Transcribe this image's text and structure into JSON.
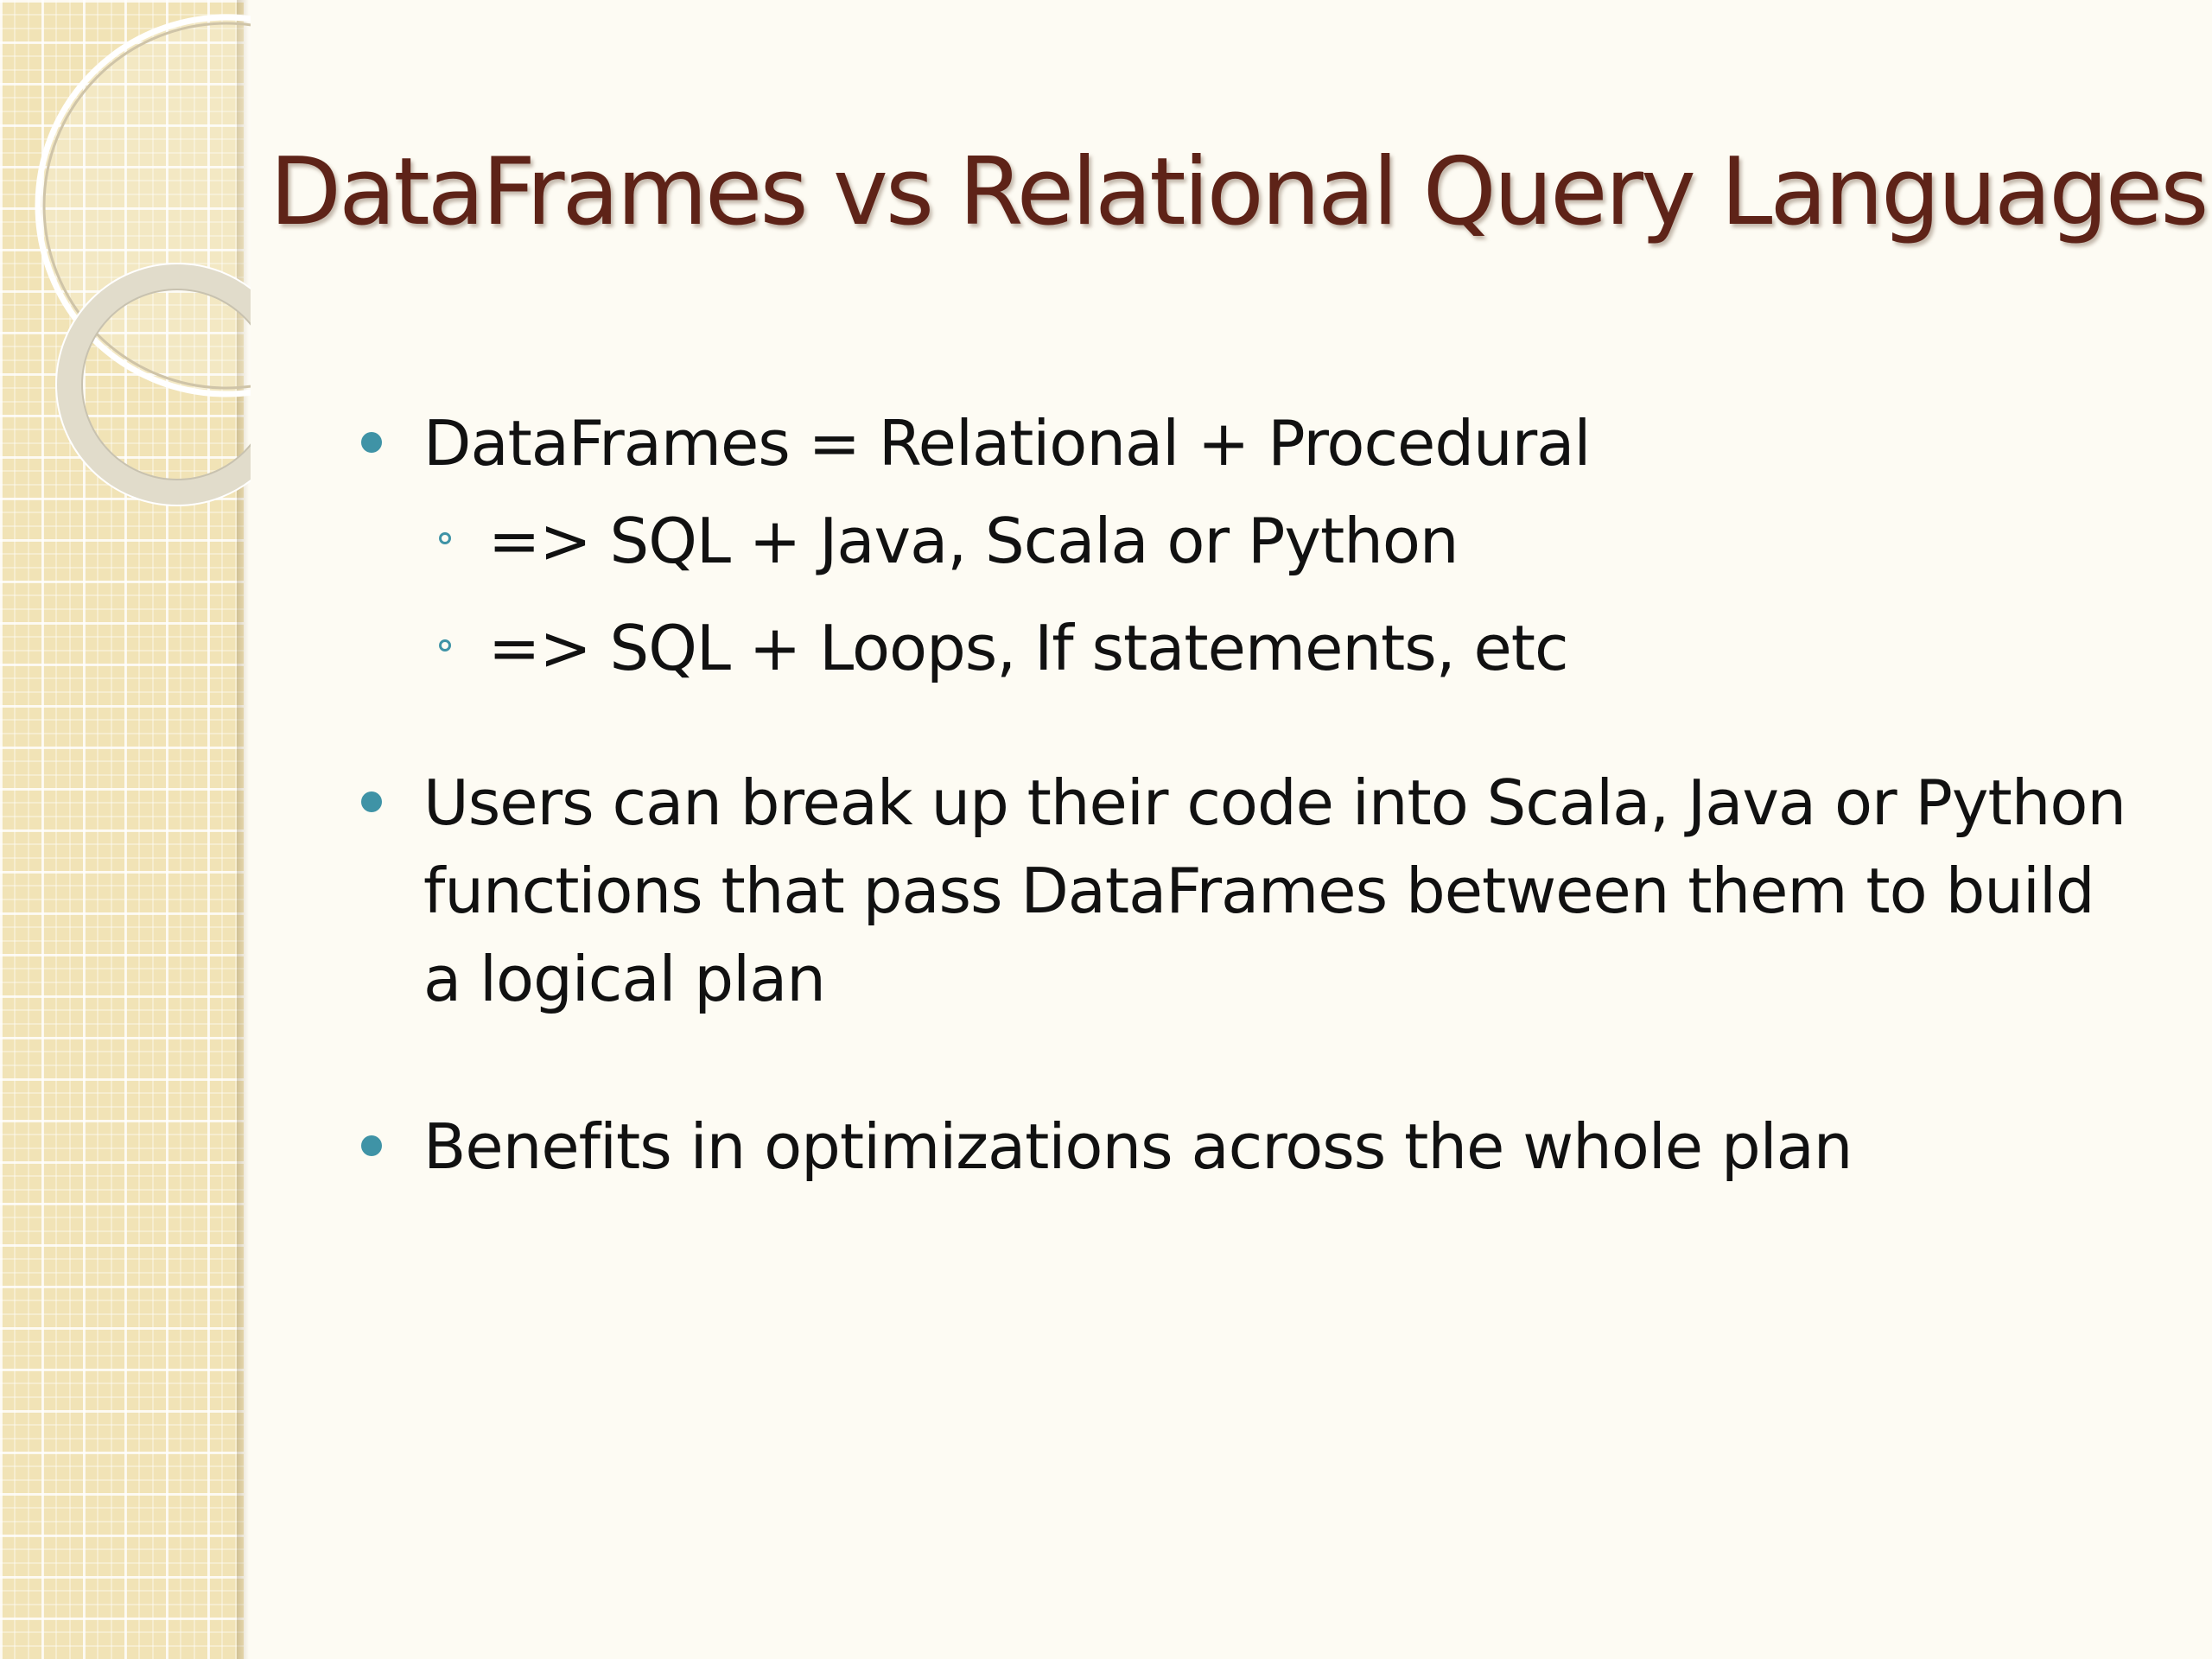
{
  "slide": {
    "title": "DataFrames vs Relational Query Languages",
    "bullets": [
      {
        "text": "DataFrames = Relational + Procedural",
        "subitems": [
          "=> SQL + Java, Scala or Python",
          "=> SQL + Loops, If statements, etc"
        ]
      },
      {
        "text": "Users can break up their code into Scala, Java or Python functions that pass DataFrames between them to build a logical plan"
      },
      {
        "text": "Benefits in optimizations across the whole plan"
      }
    ]
  },
  "colors": {
    "title": "#5e2318",
    "bullet": "#3f93a6",
    "text": "#111111",
    "background": "#fdfbf3",
    "side_strip": "#f1e3b6"
  }
}
